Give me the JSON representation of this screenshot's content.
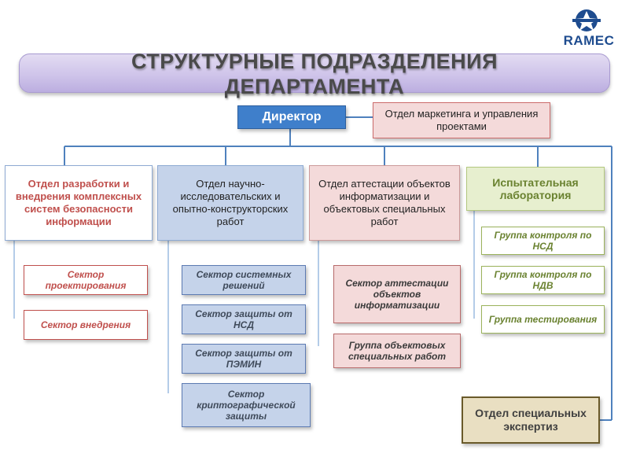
{
  "logo": {
    "text": "RAMEC"
  },
  "title": {
    "line1": "СТРУКТУРНЫЕ ПОДРАЗДЕЛЕНИЯ",
    "line2": "ДЕПАРТАМЕНТА"
  },
  "director": "Директор",
  "marketing": "Отдел маркетинга и управления проектами",
  "departments": [
    {
      "label": "Отдел разработки и внедрения комплексных систем безопасности информации",
      "subunits": [
        "Сектор проектирования",
        "Сектор внедрения"
      ]
    },
    {
      "label": "Отдел научно-исследовательских и опытно-конструкторских работ",
      "subunits": [
        "Сектор системных решений",
        "Сектор защиты от НСД",
        "Сектор защиты от ПЭМИН",
        "Сектор криптографической защиты"
      ]
    },
    {
      "label": "Отдел аттестации объектов информатизации и объектовых специальных работ",
      "subunits": [
        "Сектор аттестации объектов информатизации",
        "Группа объектовых специальных работ"
      ]
    },
    {
      "label": "Испытательная лаборатория",
      "subunits": [
        "Группа контроля по НСД",
        "Группа контроля по НДВ",
        "Группа тестирования"
      ]
    }
  ],
  "special_dept": "Отдел специальных экспертиз"
}
